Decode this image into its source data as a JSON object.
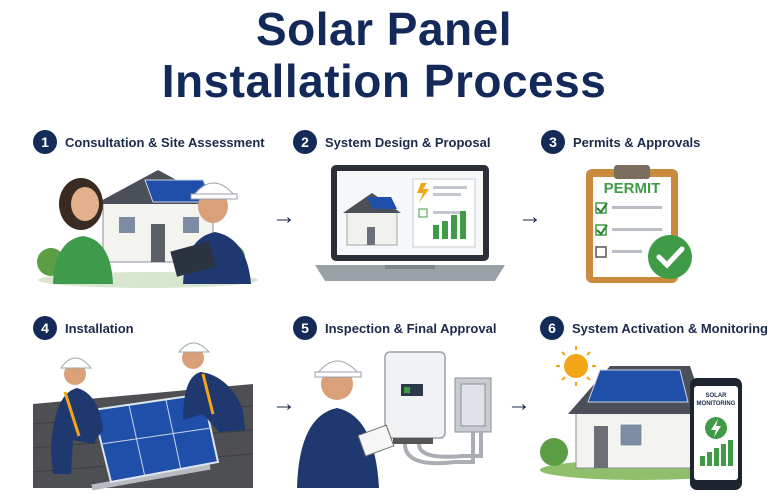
{
  "title": {
    "line1": "Solar Panel",
    "line2": "Installation Process"
  },
  "steps": [
    {
      "number": "1",
      "label": "Consultation & Site Assessment"
    },
    {
      "number": "2",
      "label": "System Design & Proposal"
    },
    {
      "number": "3",
      "label": "Permits & Approvals"
    },
    {
      "number": "4",
      "label": "Installation"
    },
    {
      "number": "5",
      "label": "Inspection & Final Approval"
    },
    {
      "number": "6",
      "label": "System Activation & Monitoring"
    }
  ],
  "permit_text": "PERMIT",
  "phone_text": {
    "line1": "SOLAR",
    "line2": "MONITORING"
  },
  "arrow_glyph": "→",
  "colors": {
    "navy": "#142a57",
    "panel_blue": "#1f4fa8",
    "green": "#3f9b46",
    "orange": "#f2a516"
  }
}
